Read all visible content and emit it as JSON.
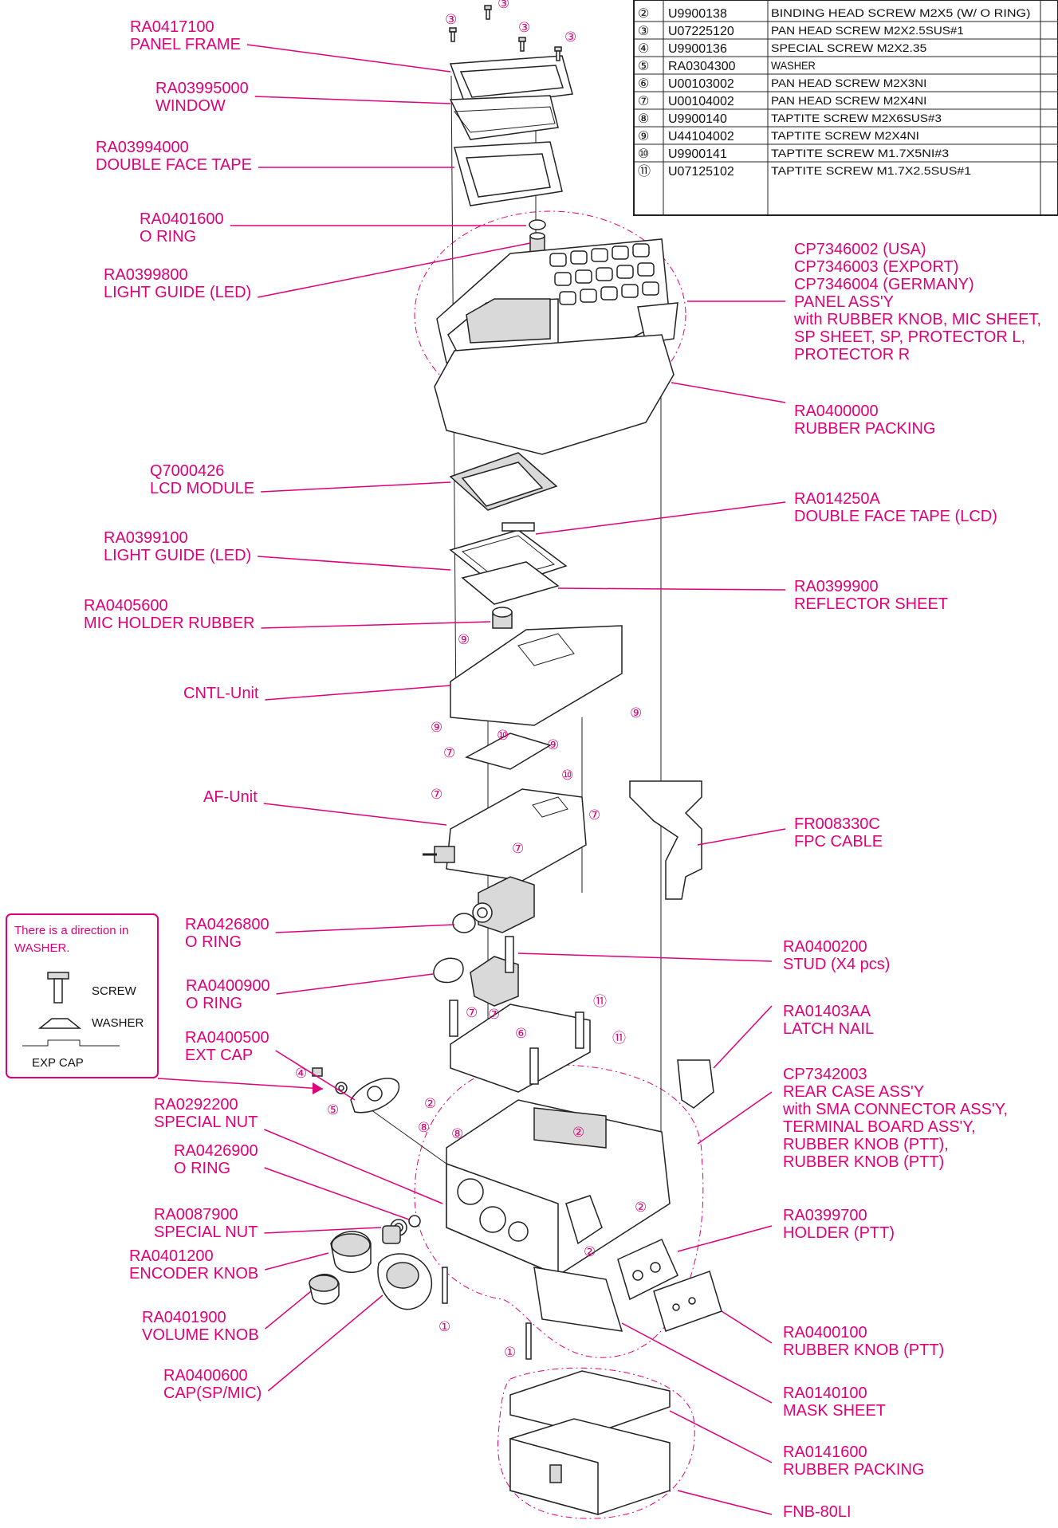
{
  "parts_table": {
    "rows": [
      {
        "no": "②",
        "code": "U9900138",
        "desc": "BINDING HEAD SCREW M2X5 (W/ O RING)"
      },
      {
        "no": "③",
        "code": "U07225120",
        "desc": "PAN HEAD SCREW M2X2.5SUS#1"
      },
      {
        "no": "④",
        "code": "U9900136",
        "desc": "SPECIAL SCREW M2X2.35"
      },
      {
        "no": "⑤",
        "code": "RA0304300",
        "desc": "WASHER"
      },
      {
        "no": "⑥",
        "code": "U00103002",
        "desc": "PAN HEAD SCREW M2X3NI"
      },
      {
        "no": "⑦",
        "code": "U00104002",
        "desc": "PAN HEAD SCREW M2X4NI"
      },
      {
        "no": "⑧",
        "code": "U9900140",
        "desc": "TAPTITE SCREW M2X6SUS#3"
      },
      {
        "no": "⑨",
        "code": "U44104002",
        "desc": "TAPTITE SCREW M2X4NI"
      },
      {
        "no": "⑩",
        "code": "U9900141",
        "desc": "TAPTITE SCREW M1.7X5NI#3"
      },
      {
        "no": "⑪",
        "code": "U07125102",
        "desc": "TAPTITE SCREW M1.7X2.5SUS#1"
      }
    ]
  },
  "labels_left": [
    {
      "l1": "RA0417100",
      "l2": "PANEL FRAME"
    },
    {
      "l1": "RA03995000",
      "l2": "WINDOW"
    },
    {
      "l1": "RA03994000",
      "l2": "DOUBLE FACE TAPE"
    },
    {
      "l1": "RA0401600",
      "l2": "O RING"
    },
    {
      "l1": "RA0399800",
      "l2": "LIGHT GUIDE (LED)"
    },
    {
      "l1": "Q7000426",
      "l2": "LCD MODULE"
    },
    {
      "l1": "RA0399100",
      "l2": "LIGHT GUIDE (LED)"
    },
    {
      "l1": "RA0405600",
      "l2": "MIC HOLDER RUBBER"
    },
    {
      "l1": "CNTL-Unit",
      "l2": ""
    },
    {
      "l1": "AF-Unit",
      "l2": ""
    },
    {
      "l1": "RA0426800",
      "l2": "O RING"
    },
    {
      "l1": "RA0400900",
      "l2": "O RING"
    },
    {
      "l1": "RA0400500",
      "l2": "EXT CAP"
    },
    {
      "l1": "RA0292200",
      "l2": "SPECIAL NUT"
    },
    {
      "l1": "RA0426900",
      "l2": "O RING"
    },
    {
      "l1": "RA0087900",
      "l2": "SPECIAL NUT"
    },
    {
      "l1": "RA0401200",
      "l2": "ENCODER KNOB"
    },
    {
      "l1": "RA0401900",
      "l2": "VOLUME KNOB"
    },
    {
      "l1": "RA0400600",
      "l2": "CAP(SP/MIC)"
    }
  ],
  "labels_right": [
    {
      "lines": [
        "CP7346002 (USA)",
        "CP7346003 (EXPORT)",
        "CP7346004 (GERMANY)",
        "PANEL ASS'Y",
        "with RUBBER KNOB, MIC SHEET,",
        "SP SHEET, SP, PROTECTOR L,",
        "PROTECTOR R"
      ]
    },
    {
      "lines": [
        "RA0400000",
        "RUBBER PACKING"
      ]
    },
    {
      "lines": [
        "RA014250A",
        "DOUBLE FACE TAPE (LCD)"
      ]
    },
    {
      "lines": [
        "RA0399900",
        "REFLECTOR SHEET"
      ]
    },
    {
      "lines": [
        "FR008330C",
        "FPC CABLE"
      ]
    },
    {
      "lines": [
        "RA0400200",
        "STUD (X4 pcs)"
      ]
    },
    {
      "lines": [
        "RA01403AA",
        "LATCH NAIL"
      ]
    },
    {
      "lines": [
        "CP7342003",
        "REAR CASE ASS'Y",
        "with SMA CONNECTOR ASS'Y,",
        "TERMINAL BOARD ASS'Y,",
        "RUBBER KNOB (PTT),",
        "RUBBER KNOB (PTT)"
      ]
    },
    {
      "lines": [
        "RA0399700",
        "HOLDER (PTT)"
      ]
    },
    {
      "lines": [
        "RA0400100",
        "RUBBER KNOB (PTT)"
      ]
    },
    {
      "lines": [
        "RA0140100",
        "MASK SHEET"
      ]
    },
    {
      "lines": [
        "RA0141600",
        "RUBBER PACKING"
      ]
    },
    {
      "lines": [
        "FNB-80LI"
      ]
    }
  ],
  "note": {
    "text1": "There is a direction in",
    "text2": "WASHER.",
    "screw": "SCREW",
    "washer": "WASHER",
    "cap": "EXP CAP"
  },
  "callouts": {
    "n1": "①",
    "n2": "②",
    "n3": "③",
    "n4": "④",
    "n5": "⑤",
    "n6": "⑥",
    "n7": "⑦",
    "n8": "⑧",
    "n9": "⑨",
    "n10": "⑩",
    "n11": "⑪"
  },
  "colors": {
    "accent": "#e0007a",
    "line": "#222222"
  }
}
